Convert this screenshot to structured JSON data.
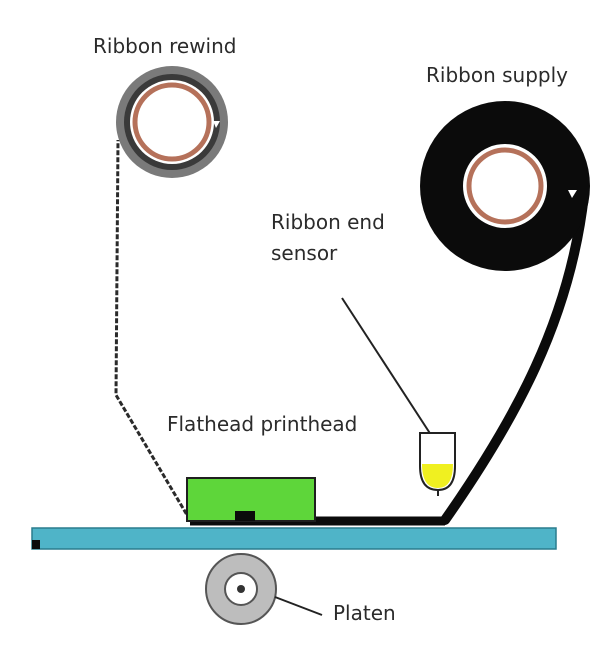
{
  "labels": {
    "ribbon_rewind": "Ribbon rewind",
    "ribbon_supply": "Ribbon supply",
    "ribbon_end_sensor_line1": "Ribbon end",
    "ribbon_end_sensor_line2": "sensor",
    "flathead_printhead": "Flathead printhead",
    "platen": "Platen"
  },
  "colors": {
    "ribbon": "#0b0b0b",
    "spool_ring": "#b5715a",
    "rewind_spool_body": "#7a7a7a",
    "printhead": "#5ed63a",
    "label_rail": "#4fb4c8",
    "sensor_fluid": "#f0f020",
    "platen_body": "#bdbdbd"
  }
}
